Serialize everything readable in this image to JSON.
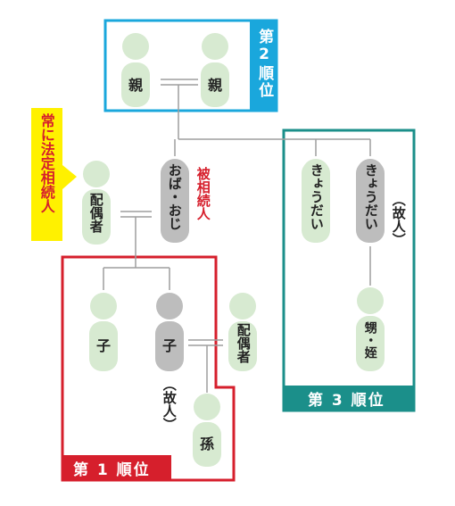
{
  "rank2": {
    "label": "第\n2\n順\n位",
    "parent_left": "親",
    "parent_right": "親"
  },
  "rank1": {
    "label": "第 1 順位"
  },
  "rank3": {
    "label": "第 3 順位"
  },
  "callout": {
    "text": "常に法定相続人"
  },
  "nodes": {
    "spouse": "配偶者",
    "aunt_uncle": "おば・おじ",
    "aunt_uncle_note": "被相続人",
    "sibling_left": "きょうだい",
    "sibling_right": "きょうだい",
    "sibling_right_note": "（故人）",
    "nephew_niece": "甥・姪",
    "child_left": "子",
    "child_right": "子",
    "child_right_note": "（故人）",
    "spouse2": "配偶者",
    "grandchild": "孫"
  },
  "colors": {
    "rank2": "#1aa7dc",
    "rank1": "#d61f2c",
    "rank3": "#1b8f8a",
    "callout_bg": "#fff100",
    "callout_text": "#d61f2c",
    "person_fill": "#d7ead1",
    "person_dead": "#bdbdbd"
  }
}
